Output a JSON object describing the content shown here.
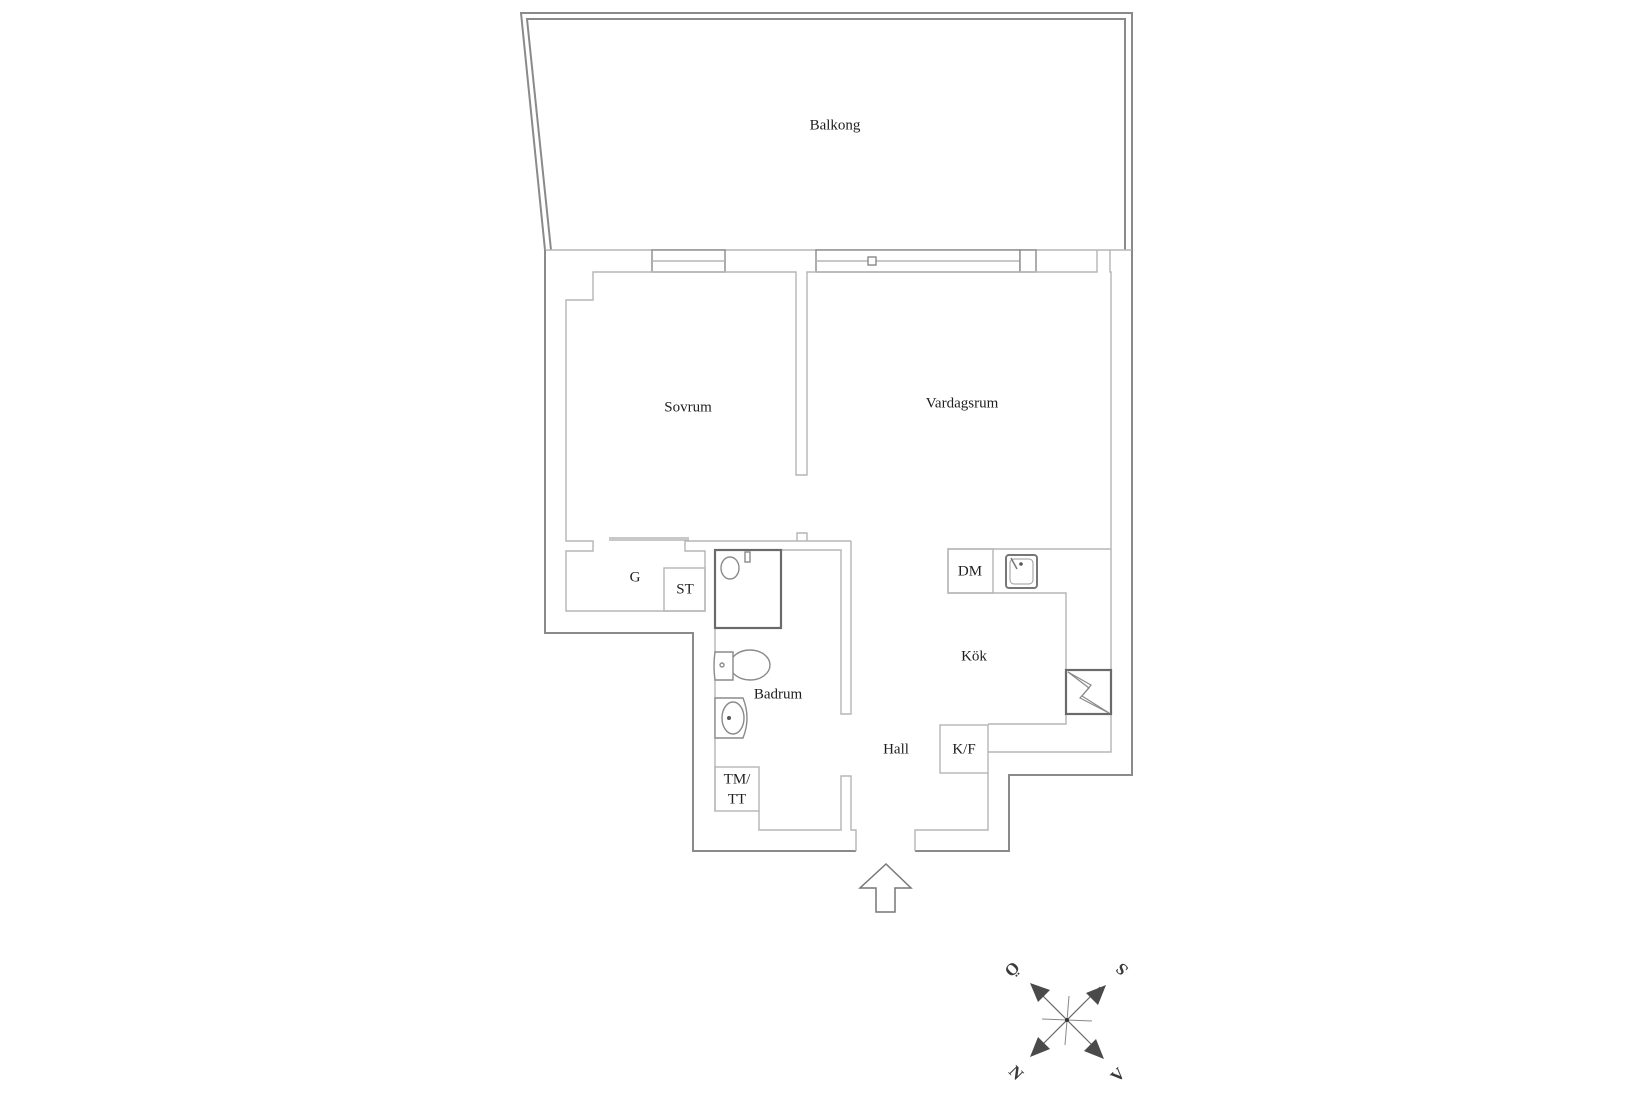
{
  "floorplan": {
    "rooms": {
      "balkong": "Balkong",
      "sovrum": "Sovrum",
      "vardagsrum": "Vardagsrum",
      "kok": "Kök",
      "badrum": "Badrum",
      "hall": "Hall",
      "garderob": "G",
      "stad": "ST",
      "diskmaskin": "DM",
      "kyl_frys": "K/F",
      "tvattmaskin_line1": "TM/",
      "tvattmaskin_line2": "TT"
    },
    "entrance_arrow": "entrance-arrow-icon",
    "colors": {
      "wall": "#8a8a8a",
      "wall_thin": "#b5b5b5",
      "text": "#1e1e1e",
      "compass": "#4a4a4a",
      "background": "#ffffff"
    }
  },
  "compass": {
    "north": "N",
    "south": "S",
    "east": "Ö",
    "west": "V"
  }
}
